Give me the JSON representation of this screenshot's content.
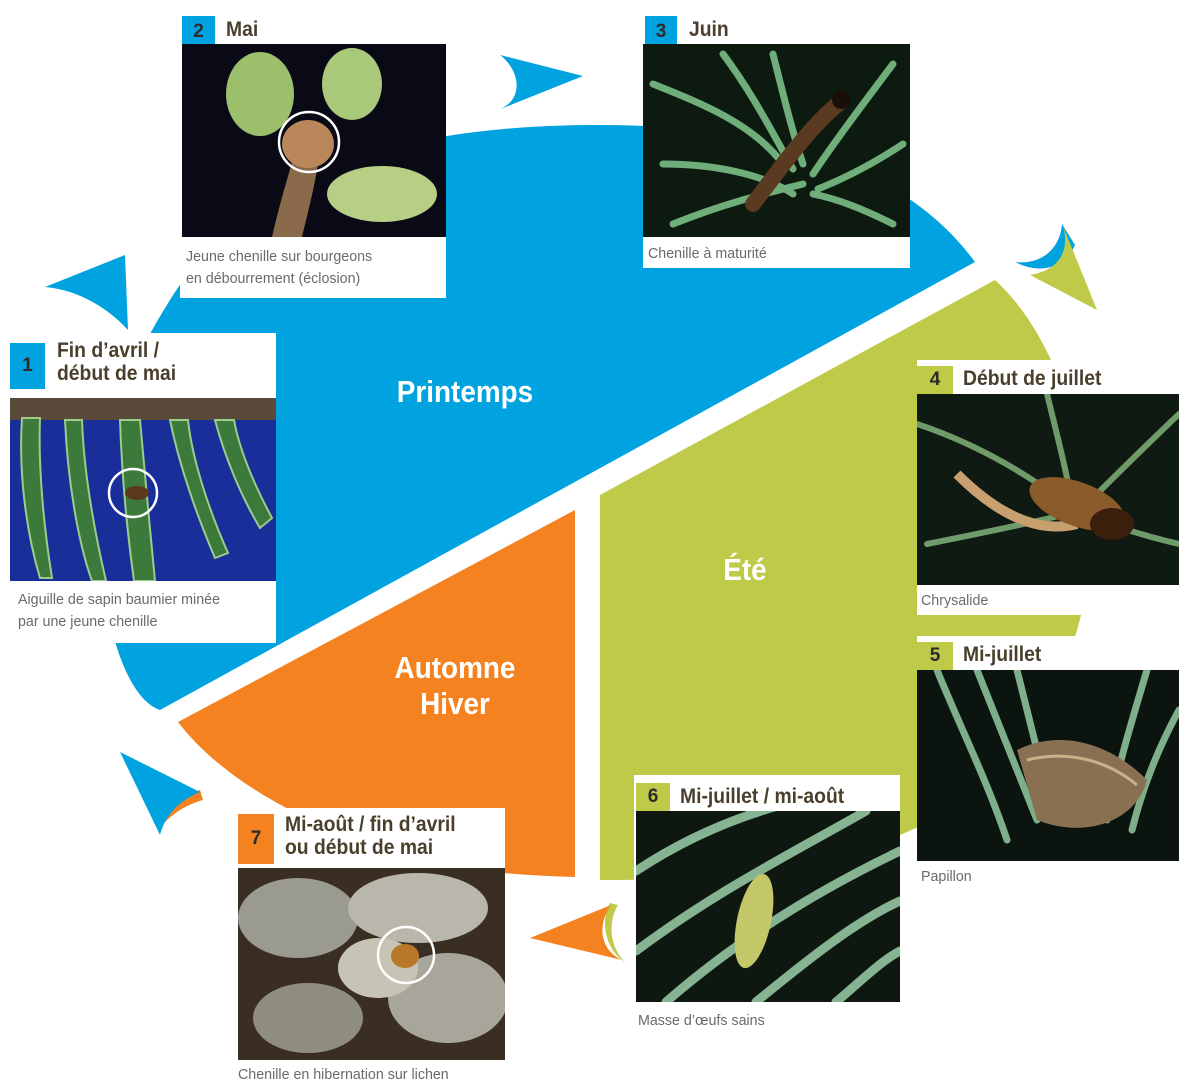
{
  "colors": {
    "spring": "#00A3E0",
    "summer": "#BFCA48",
    "autumn": "#F58220",
    "number_box_spring": "#00A3E0",
    "number_box_summer": "#BFCA48",
    "number_box_autumn": "#F58220"
  },
  "seasons": {
    "spring": "Printemps",
    "summer": "Été",
    "autumn_line1": "Automne",
    "autumn_line2": "Hiver"
  },
  "steps": [
    {
      "number": "1",
      "title_lines": [
        "Fin d’avril /",
        "début de mai"
      ],
      "caption_lines": [
        "Aiguille de sapin baumier minée",
        "par une jeune chenille"
      ],
      "season": "spring"
    },
    {
      "number": "2",
      "title_lines": [
        "Mai"
      ],
      "caption_lines": [
        "Jeune chenille sur bourgeons",
        "en débourrement (éclosion)"
      ],
      "season": "spring"
    },
    {
      "number": "3",
      "title_lines": [
        "Juin"
      ],
      "caption_lines": [
        "Chenille à maturité"
      ],
      "season": "spring"
    },
    {
      "number": "4",
      "title_lines": [
        "Début de juillet"
      ],
      "caption_lines": [
        "Chrysalide"
      ],
      "season": "summer"
    },
    {
      "number": "5",
      "title_lines": [
        "Mi-juillet"
      ],
      "caption_lines": [
        "Papillon"
      ],
      "season": "summer"
    },
    {
      "number": "6",
      "title_lines": [
        "Mi-juillet / mi-août"
      ],
      "caption_lines": [
        "Masse d’œufs sains"
      ],
      "season": "summer"
    },
    {
      "number": "7",
      "title_lines": [
        "Mi-août / fin d’avril",
        "ou début de mai"
      ],
      "caption_lines": [
        "Chenille en hibernation sur lichen"
      ],
      "season": "autumn"
    }
  ]
}
